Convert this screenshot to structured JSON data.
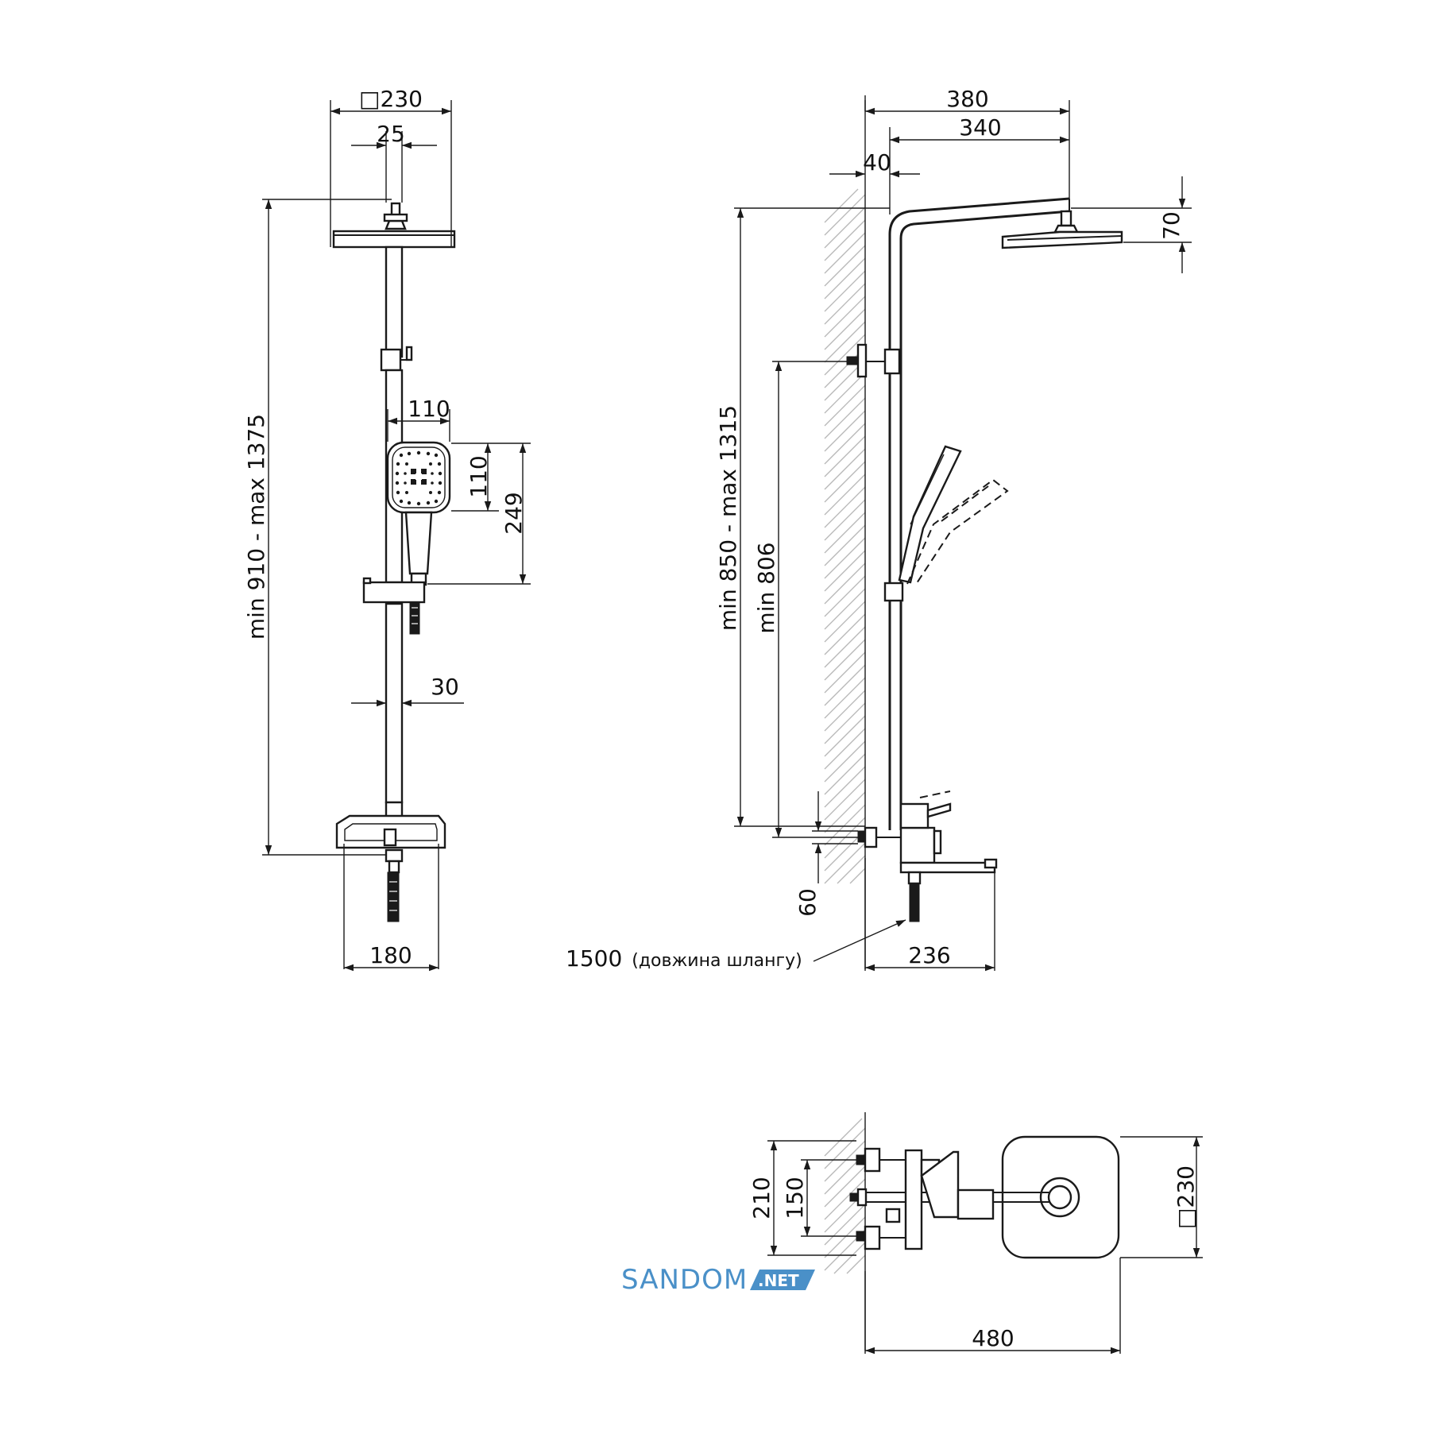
{
  "front_view": {
    "head_size": "□230",
    "arm_width": "25",
    "handshower_width": "110",
    "handshower_head_height": "110",
    "handshower_length": "249",
    "pipe_diameter": "30",
    "height_range": "min 910 - max 1375",
    "mixer_width": "180"
  },
  "side_view": {
    "arm_reach": "380",
    "arm_center": "340",
    "wall_offset": "40",
    "head_height": "70",
    "height_range": "min 850 - max 1315",
    "min_height": "min 806",
    "inlet_offset": "60",
    "hose_label": "1500",
    "hose_note": "(довжина шлангу)",
    "spout_reach": "236"
  },
  "top_view": {
    "outer_depth": "210",
    "inlet_spacing": "150",
    "head_size": "□230",
    "total_length": "480"
  },
  "logo": {
    "brand": "SANDOM",
    "suffix": ".NET",
    "color": "#4a90c8"
  }
}
